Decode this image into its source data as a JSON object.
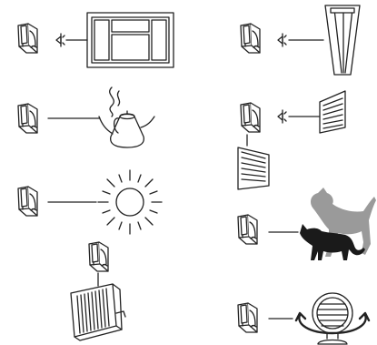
{
  "diagram": {
    "description": "",
    "scenes": [
      {
        "name": "window",
        "detector": "motion-sensor",
        "source": "window-icon",
        "connector": "line-with-speaker"
      },
      {
        "name": "kettle",
        "detector": "motion-sensor",
        "source": "steaming-kettle-icon",
        "connector": "line"
      },
      {
        "name": "sun",
        "detector": "motion-sensor",
        "source": "sun-icon",
        "connector": "line"
      },
      {
        "name": "radiator",
        "detector": "motion-sensor",
        "source": "radiator-icon",
        "connector": "vertical"
      },
      {
        "name": "fluorescent-light",
        "detector": "motion-sensor",
        "source": "fluorescent-tube-icon",
        "connector": "line-with-speaker"
      },
      {
        "name": "air-vents",
        "detector": "motion-sensor",
        "source": "air-vent-icon",
        "connector": "line-with-speaker"
      },
      {
        "name": "pets",
        "detector": "motion-sensor",
        "source": "cat-and-dog-icon",
        "connector": "line"
      },
      {
        "name": "rotating-fan",
        "detector": "motion-sensor",
        "source": "fan-icon",
        "connector": "line"
      }
    ],
    "colors": {
      "stroke": "#222222",
      "cat": "#1a1a1a",
      "dog": "#9a9a9a",
      "background": "#ffffff"
    }
  }
}
